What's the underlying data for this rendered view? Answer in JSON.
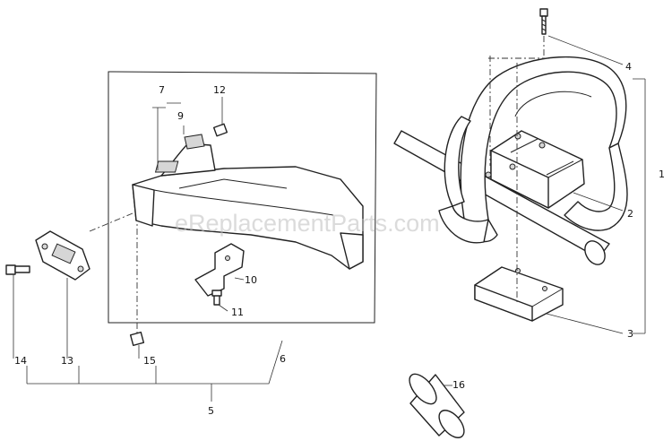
{
  "watermark": "eReplacementParts.com",
  "callouts": {
    "c1": "1",
    "c2": "2",
    "c3": "3",
    "c4": "4",
    "c5": "5",
    "c6": "6",
    "c7": "7",
    "c9": "9",
    "c10": "10",
    "c11": "11",
    "c12": "12",
    "c13": "13",
    "c14": "14",
    "c15": "15",
    "c16": "16"
  }
}
